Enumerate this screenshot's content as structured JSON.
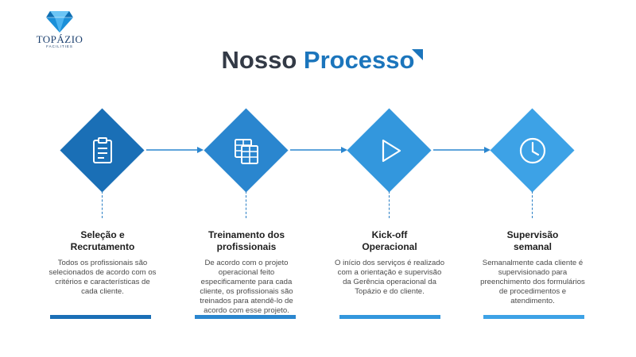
{
  "logo": {
    "name": "TOPÁZIO",
    "tagline": "FACILITIES"
  },
  "title": {
    "part1": "Nosso",
    "part2": "Processo"
  },
  "steps": [
    {
      "title_line1": "Seleção e",
      "title_line2": "Recrutamento",
      "icon": "clipboard-icon",
      "description": "Todos os profissionais são selecionados de acordo com os critérios e características de cada cliente."
    },
    {
      "title_line1": "Treinamento dos",
      "title_line2": "profissionais",
      "icon": "documents-icon",
      "description": "De acordo com o projeto operacional feito especificamente para cada cliente, os profissionais são treinados para atendê-lo de acordo com esse projeto."
    },
    {
      "title_line1": "Kick-off",
      "title_line2": "Operacional",
      "icon": "play-icon",
      "description": "O início dos serviços é realizado com a orientação e supervisão da Gerência operacional da Topázio e do cliente."
    },
    {
      "title_line1": "Supervisão",
      "title_line2": "semanal",
      "icon": "clock-icon",
      "description": "Semanalmente cada cliente é supervisionado para preenchimento dos formulários de procedimentos e atendimento."
    }
  ],
  "colors": {
    "step1": "#1a6fb6",
    "step2": "#2a86cf",
    "step3": "#3397dd",
    "step4": "#3da2e6",
    "title_dark": "#333a46",
    "title_accent": "#1b75bc"
  }
}
